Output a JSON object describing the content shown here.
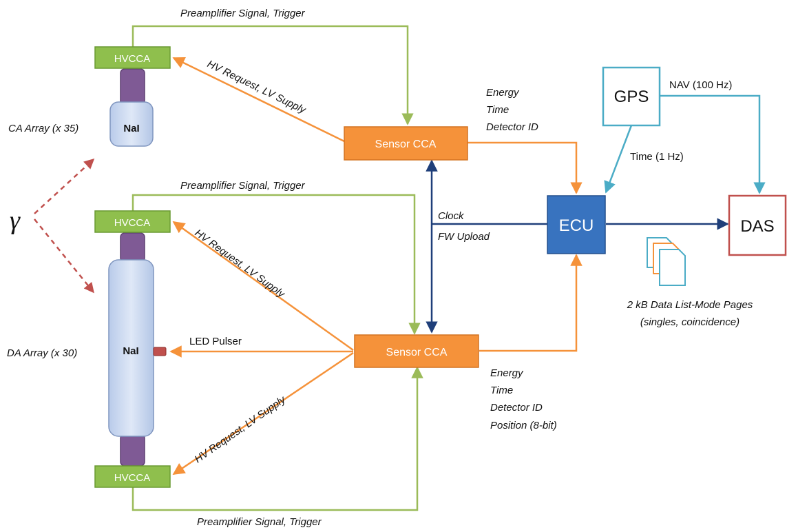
{
  "blocks": {
    "hvcca_top": "HVCCA",
    "hvcca_mid": "HVCCA",
    "hvcca_bottom": "HVCCA",
    "nai_ca": "NaI",
    "nai_da": "NaI",
    "sensor_top": "Sensor CCA",
    "sensor_bottom": "Sensor CCA",
    "ecu": "ECU",
    "gps": "GPS",
    "das": "DAS"
  },
  "labels": {
    "ca_array": "CA Array (x 35)",
    "da_array": "DA Array (x 30)",
    "gamma": "γ",
    "preamp_top": "Preamplifier Signal, Trigger",
    "preamp_mid": "Preamplifier Signal, Trigger",
    "preamp_bottom": "Preamplifier Signal, Trigger",
    "hv_top": "HV Request, LV Supply",
    "hv_mid": "HV Request, LV Supply",
    "hv_bottom": "HV Request, LV Supply",
    "led_pulser": "LED Pulser",
    "clock": "Clock",
    "fw_upload": "FW Upload",
    "nav": "NAV (100 Hz)",
    "time_1hz": "Time (1 Hz)",
    "energy_top": [
      "Energy",
      "Time",
      "Detector ID"
    ],
    "energy_bottom": [
      "Energy",
      "Time",
      "Detector ID",
      "Position (8-bit)"
    ],
    "data_pages": [
      "2 kB Data List-Mode Pages",
      "(singles, coincidence)"
    ]
  },
  "colors": {
    "orange": "#f5923a",
    "green": "#9bbb59",
    "green_fill": "#8fbf4d",
    "purple": "#7f5a95",
    "navy": "#1f3f7a",
    "ecu_blue": "#3873bf",
    "cyan": "#4bacc6",
    "red": "#c0504d",
    "nai_fill": "#c9d8f0"
  }
}
